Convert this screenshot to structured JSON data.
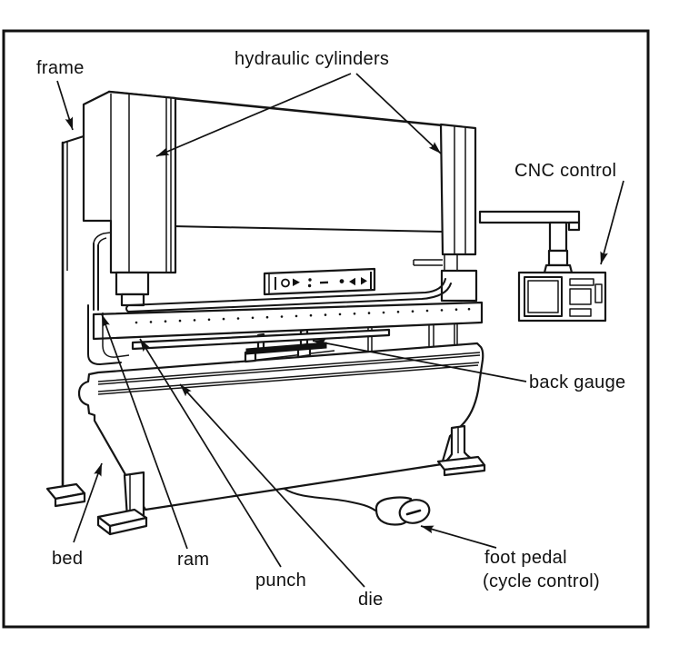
{
  "figure": {
    "subject": "CNC hydraulic press brake - labeled parts diagram",
    "background": "#ffffff",
    "ink": "#111111"
  },
  "labels": {
    "frame": "frame",
    "hydraulic_cylinders": "hydraulic cylinders",
    "cnc_control": "CNC control",
    "back_gauge": "back gauge",
    "bed": "bed",
    "ram": "ram",
    "punch": "punch",
    "die": "die",
    "foot_pedal": "foot pedal",
    "foot_pedal_sub": "(cycle control)"
  }
}
